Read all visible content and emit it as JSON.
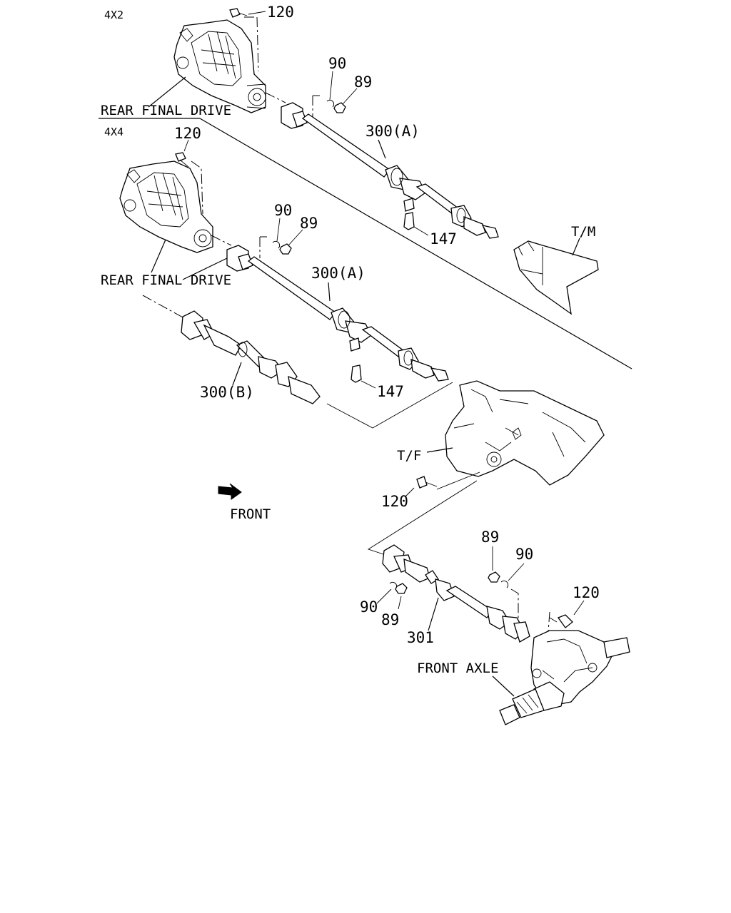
{
  "sections": {
    "top": "4X2",
    "bottom": "4X4"
  },
  "labels": {
    "rear_final_drive_1": "REAR FINAL DRIVE",
    "rear_final_drive_2": "REAR FINAL DRIVE",
    "tm": "T/M",
    "tf": "T/F",
    "front": "FRONT",
    "front_axle": "FRONT AXLE"
  },
  "callouts": {
    "c120_a": "120",
    "c90_a": "90",
    "c89_a": "89",
    "c300a_a": "300(A)",
    "c147_a": "147",
    "c120_b": "120",
    "c90_b": "90",
    "c89_b": "89",
    "c300a_b": "300(A)",
    "c300b": "300(B)",
    "c147_b": "147",
    "c120_c": "120",
    "c89_c": "89",
    "c90_c": "90",
    "c120_d": "120",
    "c90_d": "90",
    "c89_d": "89",
    "c301": "301"
  },
  "icons": {
    "front_arrow": "direction-arrow-icon"
  }
}
